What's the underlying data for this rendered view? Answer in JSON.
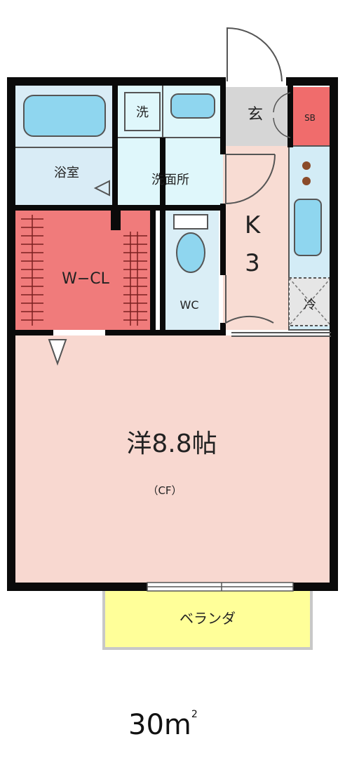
{
  "colors": {
    "wall": "#0a0a0a",
    "bath": "#d9ecf6",
    "tub": "#8fd6ef",
    "washroom": "#dff7fb",
    "entrance": "#d6d6d6",
    "shoebox": "#f06c6c",
    "kitchen": "#f8dcd3",
    "kitchen_unit": "#d3ecf6",
    "wcl": "#f07b7b",
    "toilet_room": "#daeef6",
    "western_room": "#f8d8d0",
    "veranda": "#ffff99",
    "veranda_border": "#c8c8c8",
    "stove": "#8a4b2a",
    "shelf_line": "#7a2020"
  },
  "rooms": {
    "bath": {
      "label": "浴室"
    },
    "washroom": {
      "label": "洗面所"
    },
    "washer": {
      "label": "洗"
    },
    "entrance": {
      "label": "玄"
    },
    "shoebox": {
      "label": "SB"
    },
    "kitchen_k": {
      "label": "K"
    },
    "kitchen_size": {
      "label": "3"
    },
    "fridge": {
      "label": "冷"
    },
    "wcl": {
      "label": "W−CL"
    },
    "wc": {
      "label": "WC"
    },
    "western": {
      "label": "洋8.8帖"
    },
    "floor": {
      "label": "（CF）"
    },
    "veranda": {
      "label": "ベランダ"
    }
  },
  "area": {
    "value": "30",
    "unit": "m",
    "sup": "2"
  }
}
